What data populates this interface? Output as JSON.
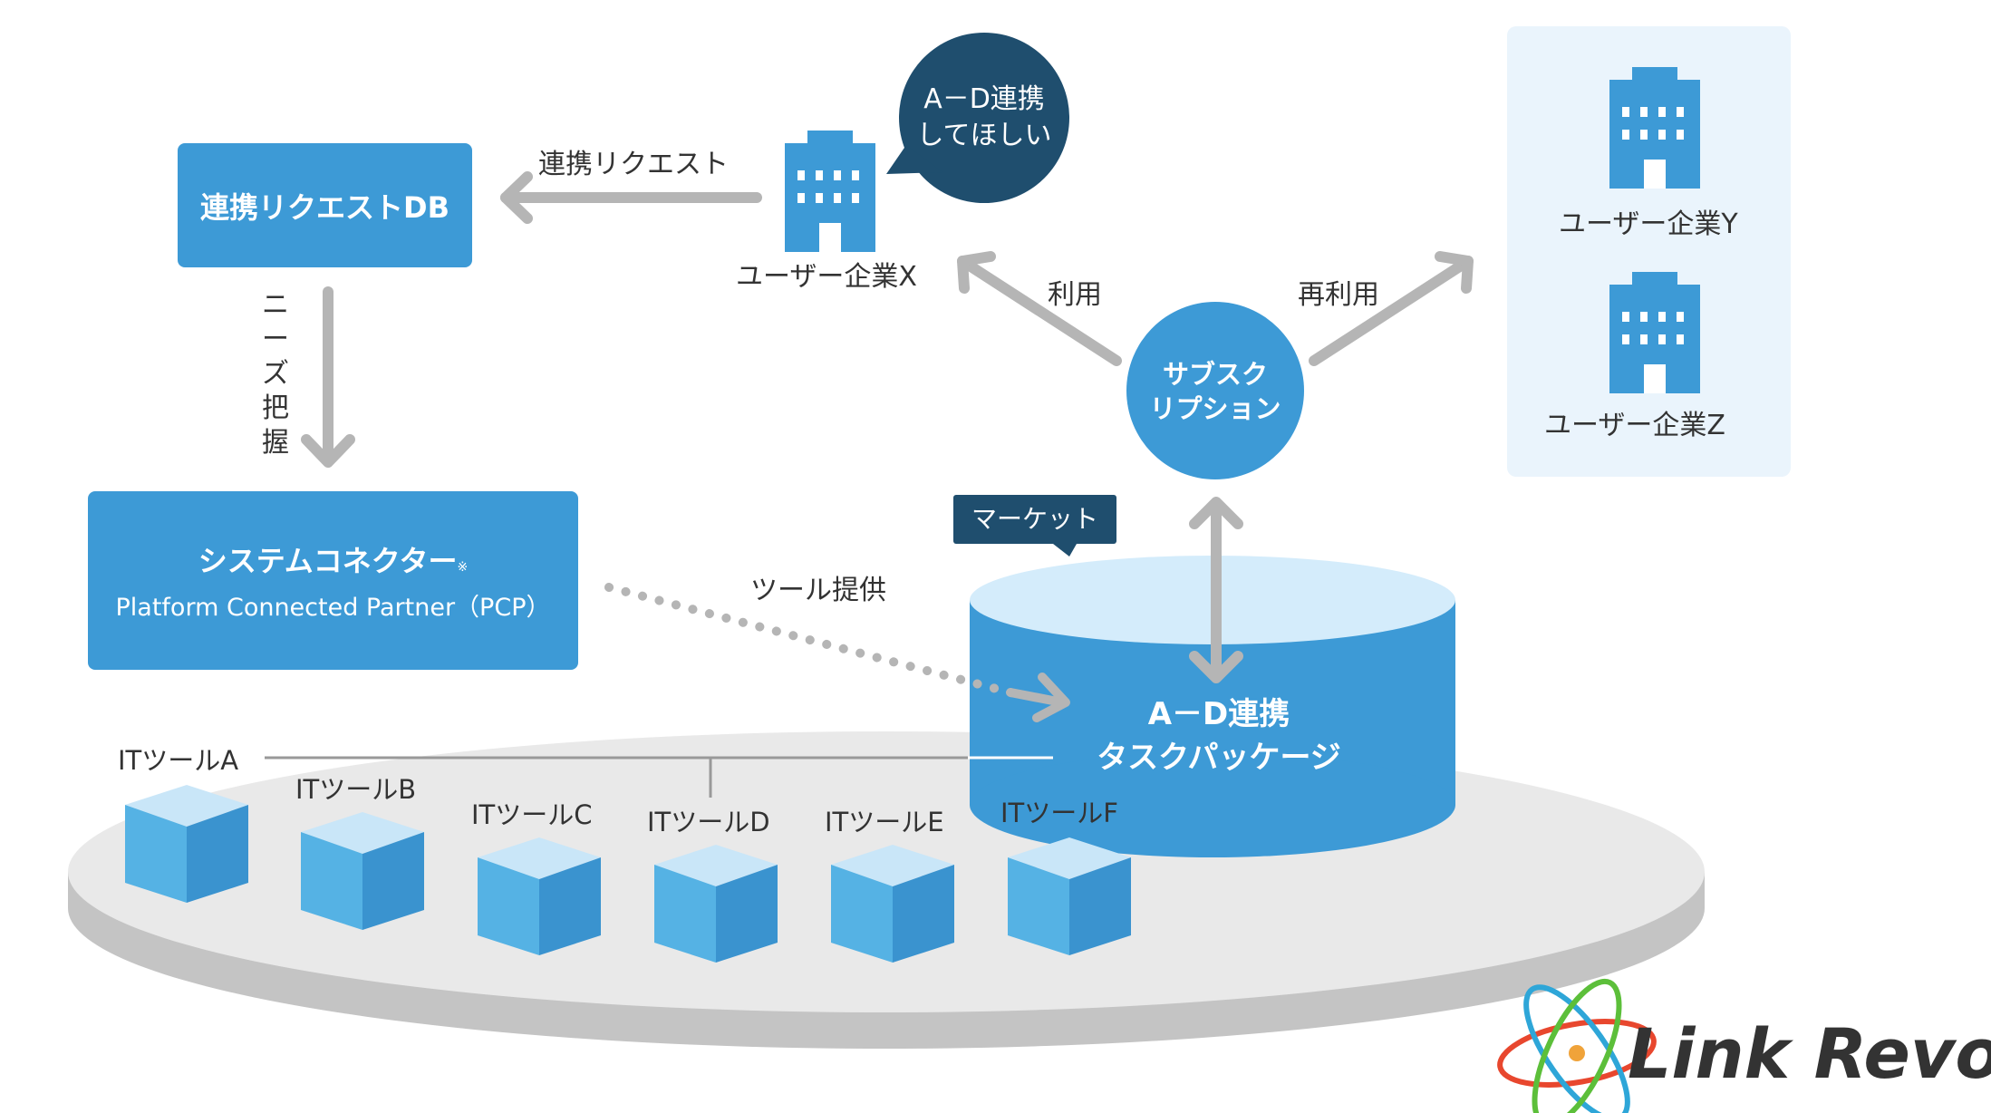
{
  "request_db": {
    "label": "連携リクエストDB"
  },
  "request_arrow_label": "連携リクエスト",
  "needs_label": "ニーズ把握",
  "connector": {
    "title": "システムコネクター",
    "mark": "※",
    "subtitle": "Platform Connected Partner（PCP）"
  },
  "tool_provide_label": "ツール提供",
  "user_x": {
    "label": "ユーザー企業X",
    "bubble_line1": "A－D連携",
    "bubble_line2": "してほしい"
  },
  "user_y": {
    "label": "ユーザー企業Y"
  },
  "user_z": {
    "label": "ユーザー企業Z"
  },
  "use_label": "利用",
  "reuse_label": "再利用",
  "subscription": {
    "line1": "サブスク",
    "line2": "リプション"
  },
  "market_label": "マーケット",
  "package": {
    "line1": "A－D連携",
    "line2": "タスクパッケージ"
  },
  "tools": [
    "ITツールA",
    "ITツールB",
    "ITツールC",
    "ITツールD",
    "ITツールE",
    "ITツールF"
  ],
  "logo": {
    "text": "Link Revo"
  },
  "colors": {
    "primary_blue": "#3d9ad6",
    "dark_navy": "#1f4e6e",
    "light_panel": "#eaf4fc",
    "arrow_gray": "#b5b5b5",
    "platform_gray": "#e9e9e9"
  }
}
